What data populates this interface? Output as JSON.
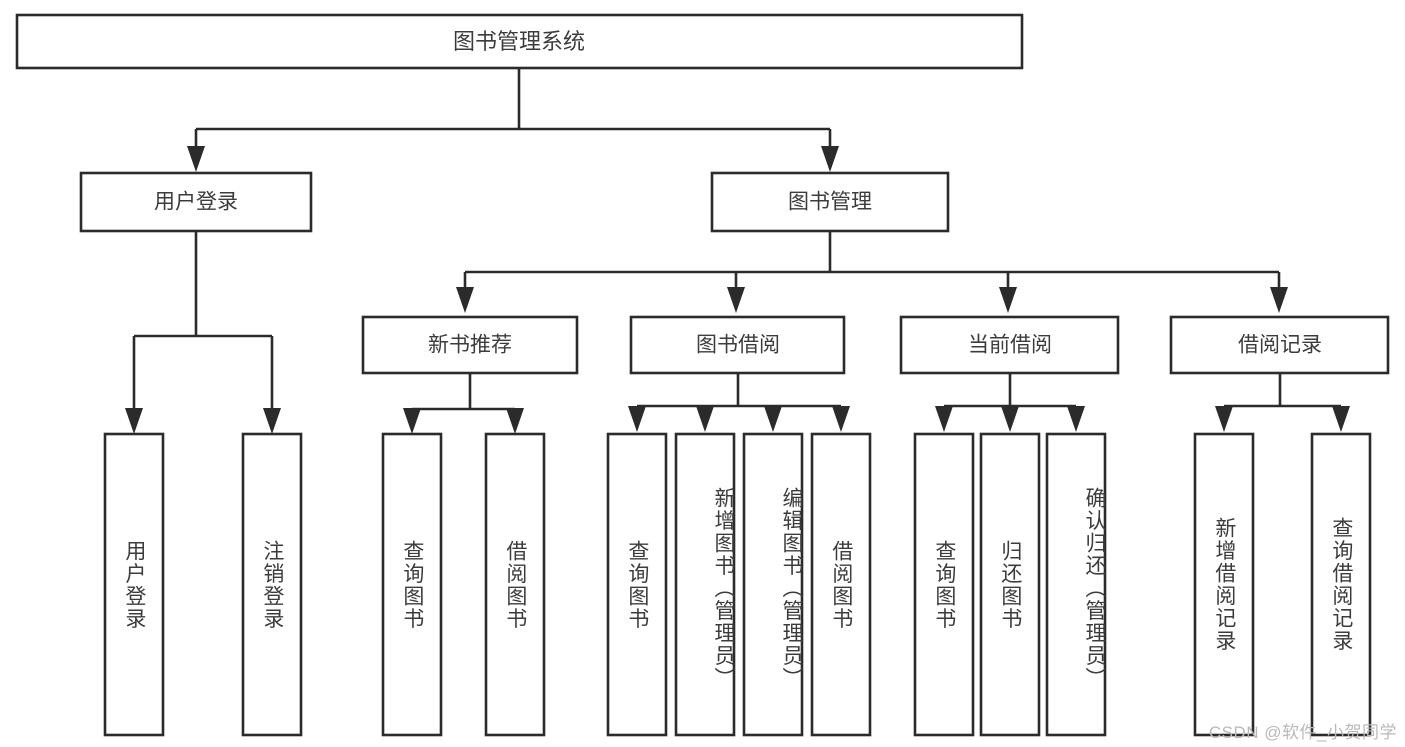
{
  "diagram": {
    "title_text": "图书管理系统",
    "type": "tree",
    "watermark": "CSDN @软件_小贺同学",
    "colors": {
      "stroke": "#2b2b2b",
      "box_fill": "#ffffff",
      "text": "#3c3c3c",
      "background": "#ffffff",
      "watermark": "#b9b9b9"
    },
    "levels": {
      "root": {
        "label": "图书管理系统"
      },
      "level2": [
        {
          "id": "user-login",
          "label": "用户登录"
        },
        {
          "id": "book-management",
          "label": "图书管理"
        }
      ],
      "level3": [
        {
          "id": "new-book-recommend",
          "label": "新书推荐",
          "parent": "book-management"
        },
        {
          "id": "book-borrow",
          "label": "图书借阅",
          "parent": "book-management"
        },
        {
          "id": "current-borrow",
          "label": "当前借阅",
          "parent": "book-management"
        },
        {
          "id": "borrow-record",
          "label": "借阅记录",
          "parent": "book-management"
        }
      ],
      "leaves": [
        {
          "id": "leaf-user-login",
          "label": "用户登录",
          "parent": "user-login"
        },
        {
          "id": "leaf-logout-login",
          "label": "注销登录",
          "parent": "user-login"
        },
        {
          "id": "leaf-query-book-1",
          "label": "查询图书",
          "parent": "new-book-recommend"
        },
        {
          "id": "leaf-borrow-book-1",
          "label": "借阅图书",
          "parent": "new-book-recommend"
        },
        {
          "id": "leaf-query-book-2",
          "label": "查询图书",
          "parent": "book-borrow"
        },
        {
          "id": "leaf-add-book-admin",
          "label": "新增图书（管理员）",
          "parent": "book-borrow"
        },
        {
          "id": "leaf-edit-book-admin",
          "label": "编辑图书（管理员）",
          "parent": "book-borrow"
        },
        {
          "id": "leaf-borrow-book-2",
          "label": "借阅图书",
          "parent": "book-borrow"
        },
        {
          "id": "leaf-query-book-3",
          "label": "查询图书",
          "parent": "current-borrow"
        },
        {
          "id": "leaf-return-book",
          "label": "归还图书",
          "parent": "current-borrow"
        },
        {
          "id": "leaf-confirm-return-admin",
          "label": "确认归还（管理员）",
          "parent": "current-borrow"
        },
        {
          "id": "leaf-add-borrow-record",
          "label": "新增借阅记录",
          "parent": "borrow-record"
        },
        {
          "id": "leaf-query-borrow-record",
          "label": "查询借阅记录",
          "parent": "borrow-record"
        }
      ]
    }
  }
}
